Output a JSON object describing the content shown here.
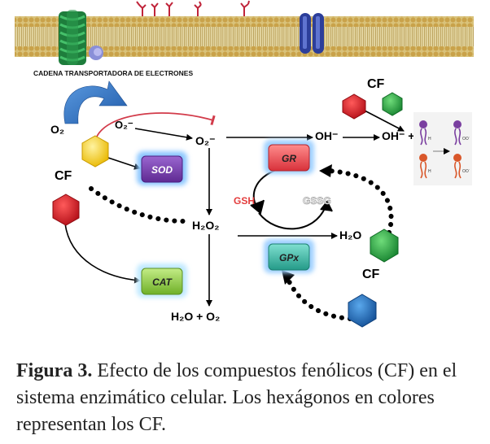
{
  "membrane_label": "CADENA TRANSPORTADORA DE ELECTRONES",
  "species": {
    "o2": "O₂",
    "superoxide_small": "O₂⁻",
    "superoxide_main": "O₂⁻",
    "hydroxyl_1": "OH⁻",
    "hydroxyl_2": "OH⁻ +",
    "h2o2": "H₂O₂",
    "h2o_o2": "H₂O + O₂",
    "h2o": "H₂O"
  },
  "cf_labels": [
    "CF",
    "CF",
    "CF"
  ],
  "enzymes": {
    "sod": "SOD",
    "cat": "CAT",
    "gr": "GR",
    "gpx": "GPx",
    "gsh": "GSH",
    "gssg": "GSSG"
  },
  "lipid_marks": {
    "h1": "H",
    "h2": "H",
    "oo1": "OO˙",
    "oo2": "OO˙"
  },
  "caption": {
    "label": "Figura 3.",
    "text": " Efecto de los compuestos fenólicos (CF) en el sistema enzimático celular. Los hexágonos en colores representan los CF."
  },
  "colors": {
    "sod": "#7b3fb0",
    "cat": "#8cc63f",
    "gr": "#e8424a",
    "gpx": "#35b1a0",
    "hex_yellow": "#f5d21a",
    "hex_red": "#d3202a",
    "hex_green": "#29a443",
    "hex_blue": "#1f6fc0"
  }
}
